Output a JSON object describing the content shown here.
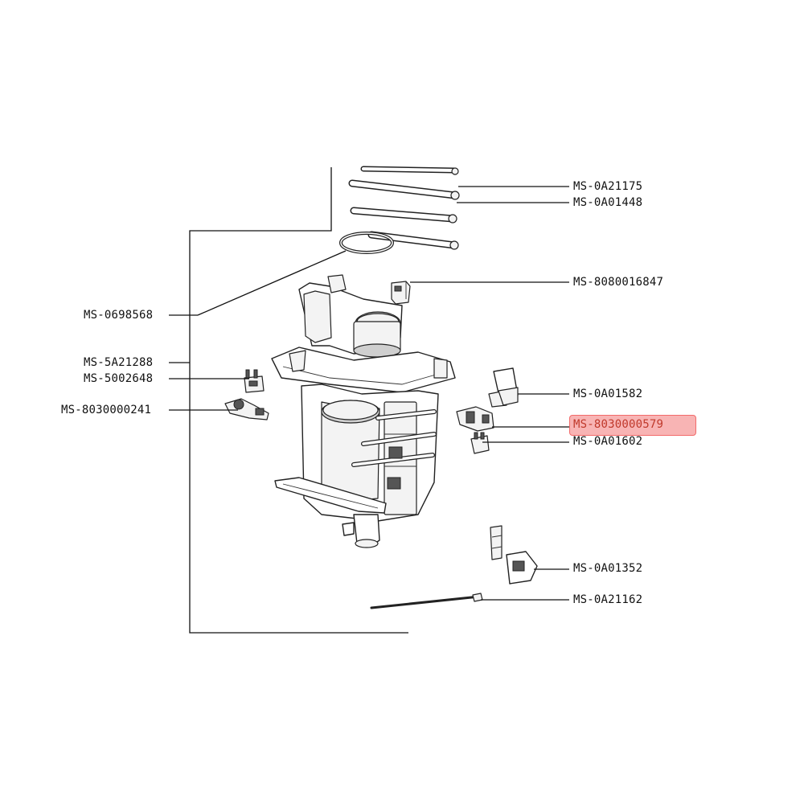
{
  "highlight_color": "#f26a6a",
  "highlight_fill": "#f8b4b4",
  "labels": {
    "ms_0a21175": "MS-0A21175",
    "ms_0a01448": "MS-0A01448",
    "ms_8080016847": "MS-8080016847",
    "ms_0698568": "MS-0698568",
    "ms_5a21288": "MS-5A21288",
    "ms_5002648": "MS-5002648",
    "ms_8030000241": "MS-8030000241",
    "ms_0a01582": "MS-0A01582",
    "ms_8030000579": "MS-8030000579",
    "ms_0a01602": "MS-0A01602",
    "ms_0a01352": "MS-0A01352",
    "ms_0a21162": "MS-0A21162"
  },
  "highlighted_part": "MS-8030000579"
}
